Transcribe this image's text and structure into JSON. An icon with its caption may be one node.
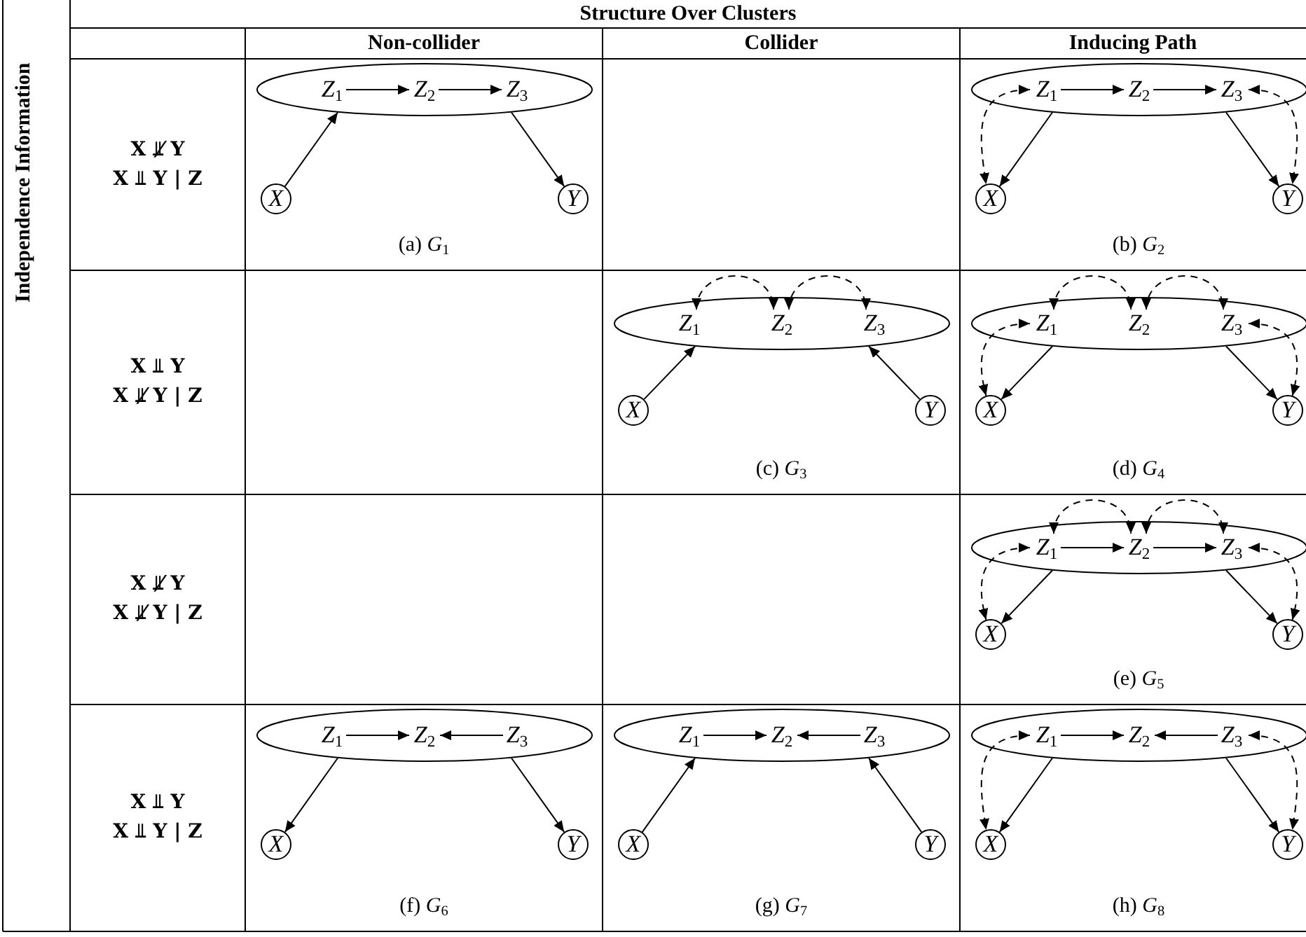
{
  "diagram": {
    "nodes": [
      {
        "text": [],
        "shape": "ellipse"
      },
      {
        "text": [
          "Z$_{1}$"
        ],
        "in": 0
      },
      {
        "text": [
          "Z$_{2}$"
        ],
        "in": 0
      },
      {
        "text": [
          "Z$_{3}$"
        ],
        "in": 0
      },
      {
        "text": [
          "X"
        ]
      },
      {
        "text": [
          "Y"
        ]
      },
      {
        "text": [],
        "shape": "ellipse"
      },
      {
        "text": [
          "Z$_{1}$"
        ],
        "in": 6
      },
      {
        "text": [
          "Z$_{2}$"
        ],
        "in": 6
      },
      {
        "text": [
          "Z$_{3}$"
        ],
        "in": 6
      },
      {
        "text": [
          "X"
        ]
      },
      {
        "text": [
          "Y"
        ]
      },
      {
        "text": [],
        "shape": "ellipse"
      },
      {
        "text": [
          "Z$_{1}$"
        ],
        "in": 12
      },
      {
        "text": [
          "Z$_{2}$"
        ],
        "in": 12
      },
      {
        "text": [
          "Z$_{3}$"
        ],
        "in": 12
      },
      {
        "text": [
          "X"
        ]
      },
      {
        "text": [
          "Y"
        ]
      },
      {
        "text": [],
        "shape": "ellipse"
      },
      {
        "text": [
          "Z$_{1}$"
        ],
        "in": 18
      },
      {
        "text": [
          "Z$_{2}$"
        ],
        "in": 18
      },
      {
        "text": [
          "Z$_{3}$"
        ],
        "in": 18
      },
      {
        "text": [
          "X"
        ]
      },
      {
        "text": [
          "Y"
        ]
      },
      {
        "text": [],
        "shape": "ellipse"
      },
      {
        "text": [
          "Z$_{1}$"
        ],
        "in": 24
      },
      {
        "text": [
          "Z$_{2}$"
        ],
        "in": 24
      },
      {
        "text": [
          "Z$_{3}$"
        ],
        "in": 24
      },
      {
        "text": [
          "X"
        ]
      },
      {
        "text": [
          "Y"
        ]
      },
      {
        "text": [],
        "shape": "ellipse"
      },
      {
        "text": [
          "Z$_{1}$"
        ],
        "in": 30
      },
      {
        "text": [
          "Z$_{2}$"
        ],
        "in": 30
      },
      {
        "text": [
          "Z$_{3}$"
        ],
        "in": 30
      },
      {
        "text": [
          "X"
        ]
      },
      {
        "text": [
          "Y"
        ]
      },
      {
        "text": [],
        "shape": "ellipse"
      },
      {
        "text": [
          "Z$_{1}$"
        ],
        "in": 36
      },
      {
        "text": [
          "Z$_{2}$"
        ],
        "in": 36
      },
      {
        "text": [
          "Z$_{3}$"
        ],
        "in": 36
      },
      {
        "text": [
          "X"
        ]
      },
      {
        "text": [
          "Y"
        ]
      },
      {
        "text": [],
        "shape": "ellipse"
      },
      {
        "text": [
          "Z$_{1}$"
        ],
        "in": 42
      },
      {
        "text": [
          "Z$_{2}$"
        ],
        "in": 42
      },
      {
        "text": [
          "Z$_{3}$"
        ],
        "in": 42
      },
      {
        "text": [
          "X"
        ]
      },
      {
        "text": [
          "Y"
        ]
      }
    ],
    "edges": [
      {
        "from": 1,
        "to": 2,
        "arrow": "to"
      },
      {
        "from": 2,
        "to": 3,
        "arrow": "to"
      },
      {
        "from": 4,
        "to": 0,
        "arrow": "to"
      },
      {
        "from": 0,
        "to": 5,
        "arrow": "to"
      },
      {
        "from": 7,
        "to": 8,
        "arrow": "to"
      },
      {
        "from": 8,
        "to": 9,
        "arrow": "to"
      },
      {
        "from": 6,
        "to": 10,
        "arrow": "to"
      },
      {
        "from": 6,
        "to": 11,
        "arrow": "to"
      },
      {
        "from": 7,
        "to": 10,
        "arrow": "both",
        "style": "dashed"
      },
      {
        "from": 9,
        "to": 11,
        "arrow": "both",
        "style": "dashed"
      },
      {
        "from": 16,
        "to": 12,
        "arrow": "to"
      },
      {
        "from": 17,
        "to": 12,
        "arrow": "to"
      },
      {
        "from": 13,
        "to": 14,
        "arrow": "both",
        "style": "dashed"
      },
      {
        "from": 14,
        "to": 15,
        "arrow": "both",
        "style": "dashed"
      },
      {
        "from": 18,
        "to": 22,
        "arrow": "to"
      },
      {
        "from": 18,
        "to": 23,
        "arrow": "to"
      },
      {
        "from": 19,
        "to": 22,
        "arrow": "both",
        "style": "dashed"
      },
      {
        "from": 21,
        "to": 23,
        "arrow": "both",
        "style": "dashed"
      },
      {
        "from": 19,
        "to": 20,
        "arrow": "both",
        "style": "dashed"
      },
      {
        "from": 20,
        "to": 21,
        "arrow": "both",
        "style": "dashed"
      },
      {
        "from": 25,
        "to": 26,
        "arrow": "to"
      },
      {
        "from": 26,
        "to": 27,
        "arrow": "to"
      },
      {
        "from": 24,
        "to": 28,
        "arrow": "to"
      },
      {
        "from": 24,
        "to": 29,
        "arrow": "to"
      },
      {
        "from": 25,
        "to": 28,
        "arrow": "both",
        "style": "dashed"
      },
      {
        "from": 27,
        "to": 29,
        "arrow": "both",
        "style": "dashed"
      },
      {
        "from": 25,
        "to": 26,
        "arrow": "both",
        "style": "dashed"
      },
      {
        "from": 26,
        "to": 27,
        "arrow": "both",
        "style": "dashed"
      },
      {
        "from": 31,
        "to": 32,
        "arrow": "to"
      },
      {
        "from": 33,
        "to": 32,
        "arrow": "to"
      },
      {
        "from": 30,
        "to": 34,
        "arrow": "to"
      },
      {
        "from": 30,
        "to": 35,
        "arrow": "to"
      },
      {
        "from": 37,
        "to": 38,
        "arrow": "to"
      },
      {
        "from": 39,
        "to": 38,
        "arrow": "to"
      },
      {
        "from": 40,
        "to": 36,
        "arrow": "to"
      },
      {
        "from": 41,
        "to": 36,
        "arrow": "to"
      },
      {
        "from": 43,
        "to": 44,
        "arrow": "to"
      },
      {
        "from": 45,
        "to": 44,
        "arrow": "to"
      },
      {
        "from": 42,
        "to": 46,
        "arrow": "to"
      },
      {
        "from": 42,
        "to": 47,
        "arrow": "to"
      },
      {
        "from": 43,
        "to": 46,
        "arrow": "both",
        "style": "dashed"
      },
      {
        "from": 45,
        "to": 47,
        "arrow": "both",
        "style": "dashed"
      }
    ],
    "labels": [
      "Independence Information",
      "Structure Over Clusters",
      "Non-collider",
      "Collider",
      "Inducing Path",
      "X ⫫̸ Y",
      "X ⫫ Y | Z",
      "(a) *G*$_{1}$",
      "(b) *G*$_{2}$",
      "X ⫫ Y",
      "X ⫫̸ Y | Z",
      "(c) *G*$_{3}$",
      "(d) *G*$_{4}$",
      "X ⫫̸ Y",
      "X ⫫̸ Y | Z",
      "(e) *G*$_{5}$",
      "X ⫫ Y",
      "X ⫫ Y | Z",
      "(f) *G*$_{6}$",
      "(g) *G*$_{7}$",
      "(h) *G*$_{8}$"
    ]
  }
}
